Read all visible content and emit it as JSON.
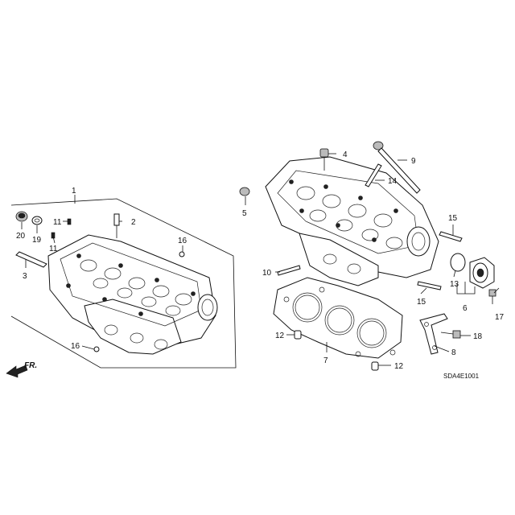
{
  "diagram_code": "SDA4E1001",
  "direction_label": "FR.",
  "callouts": {
    "c1": "1",
    "c2": "2",
    "c3": "3",
    "c4": "4",
    "c5": "5",
    "c6": "6",
    "c7": "7",
    "c8": "8",
    "c9": "9",
    "c10": "10",
    "c11a": "11",
    "c11b": "11",
    "c12a": "12",
    "c12b": "12",
    "c13": "13",
    "c14": "14",
    "c15a": "15",
    "c15b": "15",
    "c16a": "16",
    "c16b": "16",
    "c17": "17",
    "c18": "18",
    "c19": "19",
    "c20": "20"
  }
}
